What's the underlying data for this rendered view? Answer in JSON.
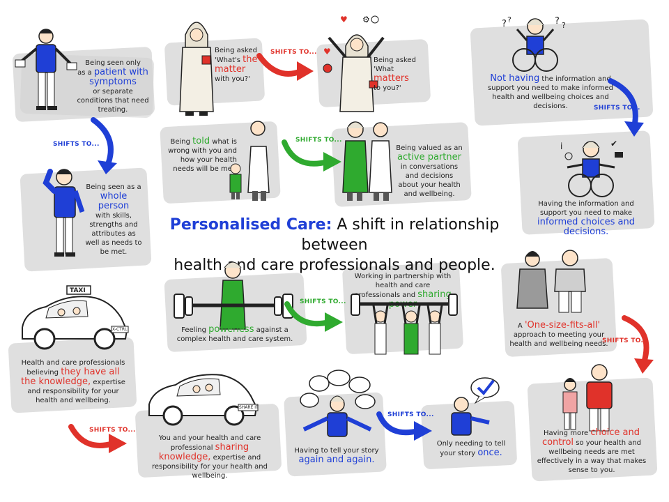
{
  "title": {
    "lead": "Personalised Care:",
    "line1_rest": "A shift in relationship between",
    "line2": "health and care professionals and people."
  },
  "shift_label": "SHIFTS TO...",
  "colors": {
    "blue": "#1f3fd6",
    "red": "#e0322a",
    "green": "#2faa2f",
    "smudge": "#d9d9d9"
  },
  "panels": {
    "patient": {
      "t1": "Being seen only",
      "t2": "as a",
      "hl": "patient with symptoms",
      "t3": "or separate conditions that need treating."
    },
    "whole": {
      "t1": "Being seen as a",
      "hl": "whole person",
      "t2": "with skills, strengths and attributes as well as needs to be met."
    },
    "matter": {
      "t1": "Being asked 'What's",
      "hl": "the matter",
      "t2": "with you?'"
    },
    "matters": {
      "t1": "Being asked 'What",
      "hl": "matters",
      "t2": "to you?'"
    },
    "told": {
      "t1": "Being",
      "hl": "told",
      "t2": "what is wrong with you and how your health needs will be met."
    },
    "active": {
      "t1": "Being valued as an",
      "hl": "active partner",
      "t2": "in conversations and decisions about your health and wellbeing."
    },
    "not_having": {
      "hl": "Not having",
      "t1": "the information and support you need to make informed health and wellbeing choices and decisions."
    },
    "having": {
      "t1": "Having the information and support you need to make",
      "hl": "informed choices and decisions."
    },
    "powerless": {
      "t1": "Feeling",
      "hl": "powerless",
      "t2": "against a complex health and care system."
    },
    "sharing_power": {
      "t1": "Working in partnership with health and care professionals and",
      "hl": "sharing power"
    },
    "knowledge": {
      "t1": "Health and care professionals believing",
      "hl": "they have all the knowledge,",
      "t2": "expertise and responsibility for your health and wellbeing."
    },
    "sharing_knowledge": {
      "t1": "You and your health and care professional",
      "hl": "sharing knowledge,",
      "t2": "expertise and responsibility for your health and wellbeing."
    },
    "one_size": {
      "t1": "A",
      "hl": "'One-size-fits-all'",
      "t2": "approach to meeting your health and wellbeing needs."
    },
    "choice": {
      "t1": "Having more",
      "hl": "choice and control",
      "t2": "so your health and wellbeing needs are met effectively in a way that makes sense to you."
    },
    "again": {
      "t1": "Having to tell your story",
      "hl": "again and again."
    },
    "once": {
      "t1": "Only needing to tell your story",
      "hl": "once."
    }
  },
  "signs": {
    "taxi": "TAXI",
    "plate1": "X-CTRL",
    "plate2": "SHARE IT"
  }
}
